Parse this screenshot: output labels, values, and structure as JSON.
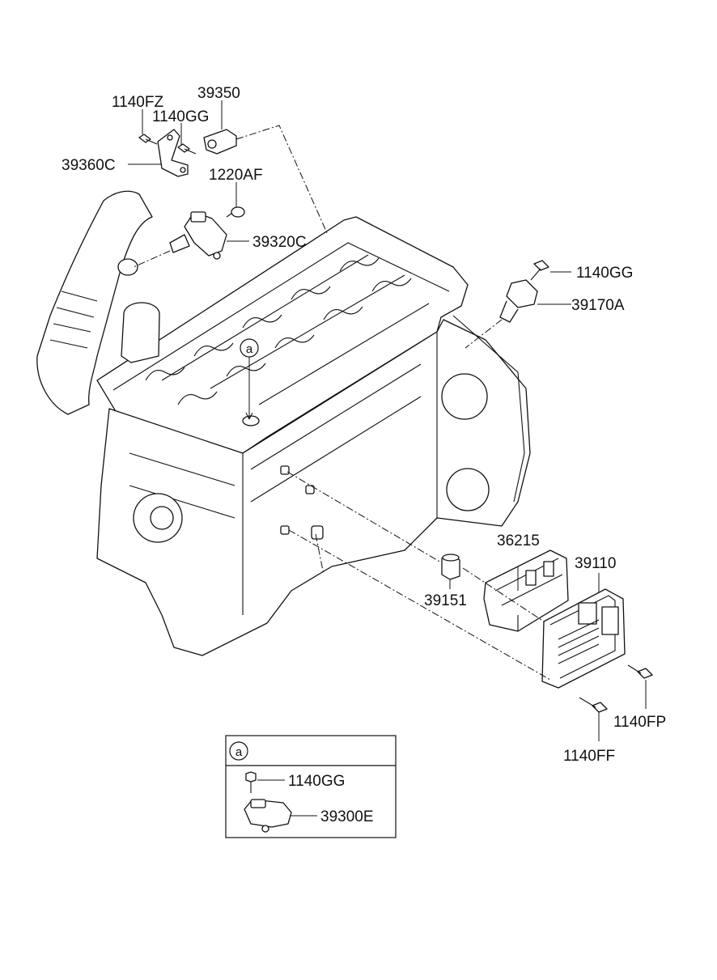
{
  "labels": {
    "p1140FZ": "1140FZ",
    "p1140GG_top": "1140GG",
    "p39350": "39350",
    "p39360C": "39360C",
    "p1220AF": "1220AF",
    "p39320C": "39320C",
    "p1140GG_right": "1140GG",
    "p39170A": "39170A",
    "p36215": "36215",
    "p39110": "39110",
    "p39151": "39151",
    "p1140FP": "1140FP",
    "p1140FF": "1140FF",
    "callout_a": "a",
    "inset_a": "a",
    "p1140GG_inset": "1140GG",
    "p39300E": "39300E"
  }
}
